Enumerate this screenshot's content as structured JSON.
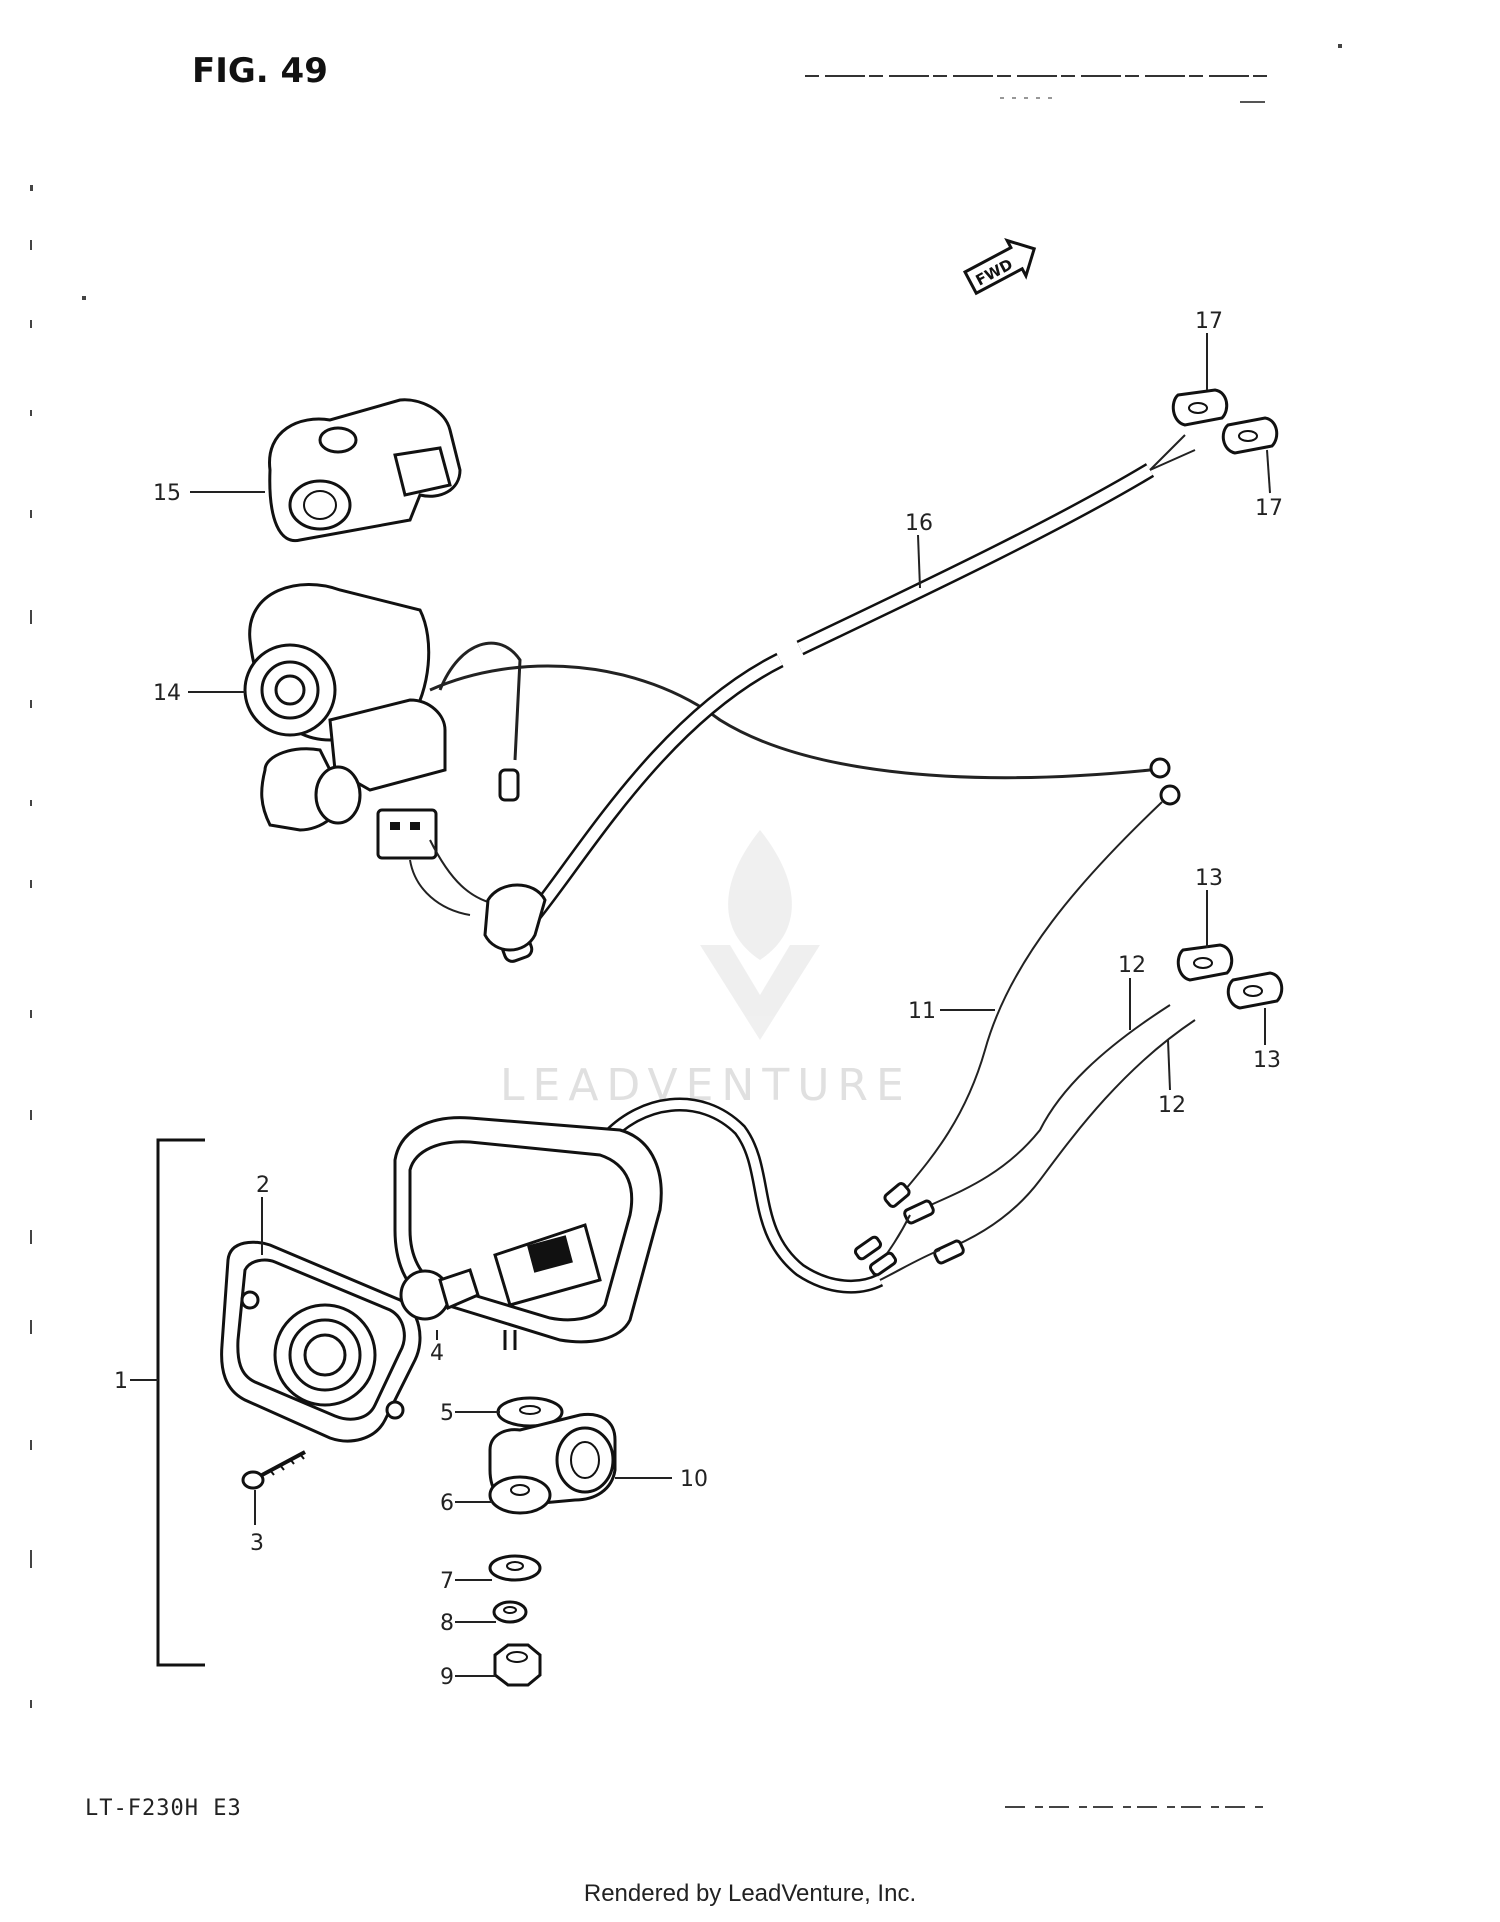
{
  "figure": {
    "title": "FIG. 49",
    "model": "LT-F230H  E3"
  },
  "direction": {
    "text": "FWD"
  },
  "watermark": {
    "text": "LEADVENTURE"
  },
  "callouts": {
    "c1": "1",
    "c2": "2",
    "c3": "3",
    "c4": "4",
    "c5": "5",
    "c6": "6",
    "c7": "7",
    "c8": "8",
    "c9": "9",
    "c10": "10",
    "c11": "11",
    "c12a": "12",
    "c12b": "12",
    "c13a": "13",
    "c13b": "13",
    "c14": "14",
    "c15": "15",
    "c16": "16",
    "c17a": "17",
    "c17b": "17"
  },
  "footer": {
    "text": "Rendered by LeadVenture, Inc."
  },
  "colors": {
    "ink": "#111111",
    "watermark": "#e0e0e0",
    "background": "#ffffff"
  }
}
